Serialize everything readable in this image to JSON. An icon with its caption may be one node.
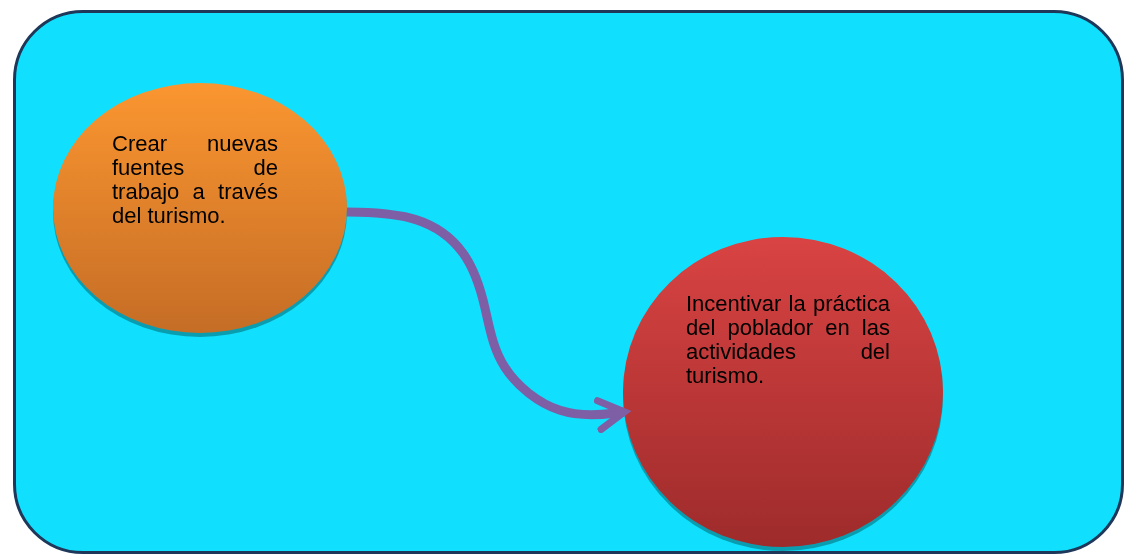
{
  "diagram": {
    "nodes": [
      {
        "text": [],
        "shape": "box"
      },
      {
        "text": [
          "Crear nuevas fuentes de trabajo a través del turismo."
        ],
        "in": 0
      },
      {
        "text": [
          "Incentivar la práctica del poblador en las actividades del turismo."
        ],
        "in": 0
      }
    ],
    "edges": [
      {
        "from": 1,
        "to": 2,
        "arrow": "to"
      }
    ]
  }
}
